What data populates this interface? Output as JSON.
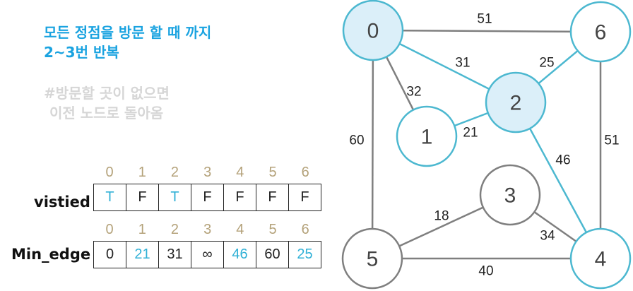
{
  "title": {
    "line1": "모든 정점을 방문 할 때 까지",
    "line2": "2~3번 반복"
  },
  "note": {
    "line1": "#방문할 곳이 없으면",
    "line2": "이전 노드로 돌아옴"
  },
  "visited": {
    "label": "vistied",
    "indices": [
      "0",
      "1",
      "2",
      "3",
      "4",
      "5",
      "6"
    ],
    "values": [
      "T",
      "F",
      "T",
      "F",
      "F",
      "F",
      "F"
    ],
    "highlight": [
      true,
      false,
      true,
      false,
      false,
      false,
      false
    ]
  },
  "min_edge": {
    "label": "Min_edge",
    "indices": [
      "0",
      "1",
      "2",
      "3",
      "4",
      "5",
      "6"
    ],
    "values": [
      "0",
      "21",
      "31",
      "∞",
      "46",
      "60",
      "25"
    ],
    "highlight": [
      false,
      true,
      false,
      false,
      true,
      false,
      true
    ]
  },
  "graph": {
    "nodes": [
      {
        "id": "0",
        "visited": true
      },
      {
        "id": "1",
        "visited": false
      },
      {
        "id": "2",
        "visited": true
      },
      {
        "id": "3",
        "visited": false
      },
      {
        "id": "4",
        "visited": false
      },
      {
        "id": "5",
        "visited": false
      },
      {
        "id": "6",
        "visited": false
      }
    ],
    "edges": [
      {
        "from": "0",
        "to": "6",
        "weight": "51",
        "highlight": false
      },
      {
        "from": "0",
        "to": "2",
        "weight": "31",
        "highlight": true
      },
      {
        "from": "0",
        "to": "1",
        "weight": "32",
        "highlight": false
      },
      {
        "from": "0",
        "to": "5",
        "weight": "60",
        "highlight": false
      },
      {
        "from": "1",
        "to": "2",
        "weight": "21",
        "highlight": true
      },
      {
        "from": "2",
        "to": "6",
        "weight": "25",
        "highlight": true
      },
      {
        "from": "2",
        "to": "4",
        "weight": "46",
        "highlight": true
      },
      {
        "from": "6",
        "to": "4",
        "weight": "51",
        "highlight": false
      },
      {
        "from": "3",
        "to": "5",
        "weight": "18",
        "highlight": false
      },
      {
        "from": "3",
        "to": "4",
        "weight": "34",
        "highlight": false
      },
      {
        "from": "5",
        "to": "4",
        "weight": "40",
        "highlight": false
      }
    ]
  },
  "colors": {
    "highlight_edge": "#4cb8d0",
    "normal_edge": "#7f7f7f",
    "visited_fill": "#dbeff9",
    "title": "#1aa3e0",
    "note": "#d6d6d6"
  }
}
